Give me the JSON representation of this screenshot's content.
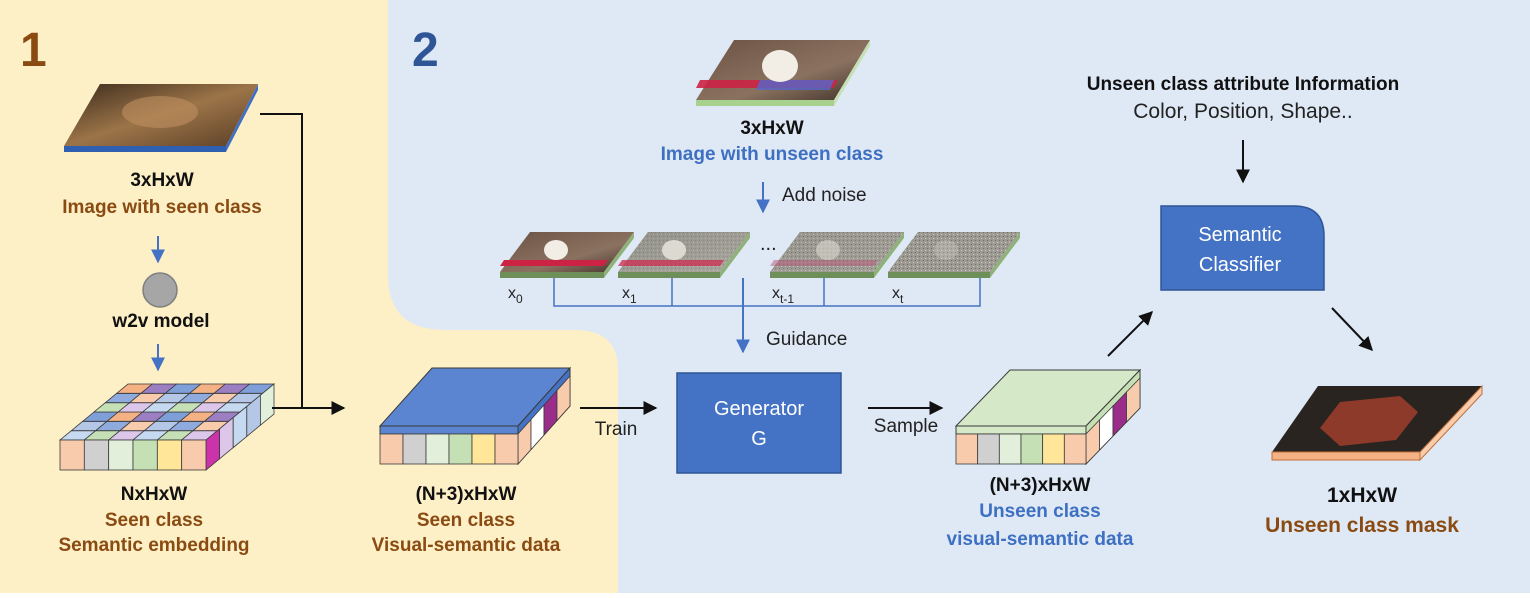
{
  "panel1": {
    "number": "1",
    "input": {
      "dims": "3xHxW",
      "caption": "Image with seen class"
    },
    "model": {
      "label": "w2v model"
    },
    "embedding": {
      "dims": "NxHxW",
      "caption_line1": "Seen class",
      "caption_line2": "Semantic embedding"
    }
  },
  "panel2": {
    "number": "2",
    "unseen_input": {
      "dims": "3xHxW",
      "caption": "Image with unseen class"
    },
    "add_noise_label": "Add noise",
    "noise_steps": {
      "x0": "x",
      "x0_sub": "0",
      "x1": "x",
      "x1_sub": "1",
      "ellipsis": "...",
      "xt1": "x",
      "xt1_sub": "t-1",
      "xt": "x",
      "xt_sub": "t"
    },
    "guidance_label": "Guidance",
    "train_label": "Train",
    "sample_label": "Sample",
    "seen_data": {
      "dims": "(N+3)xHxW",
      "caption_line1": "Seen class",
      "caption_line2": "Visual-semantic data"
    },
    "generator": {
      "line1": "Generator",
      "line2": "G"
    },
    "unseen_data": {
      "dims": "(N+3)xHxW",
      "caption_line1": "Unseen class",
      "caption_line2": "visual-semantic data"
    },
    "attribute": {
      "title": "Unseen class attribute Information",
      "values": "Color, Position, Shape.."
    },
    "classifier": {
      "line1": "Semantic",
      "line2": "Classifier"
    },
    "mask": {
      "dims": "1xHxW",
      "caption": "Unseen class mask"
    }
  },
  "colors": {
    "panel1_bg": "#fdefc6",
    "panel2_bg": "#dfe9f5",
    "box_blue": "#4472c4",
    "number1": "#8a4b12",
    "number2": "#2f5597"
  },
  "cell_colors": [
    "#f8cbad",
    "#d0d0d0",
    "#e2efda",
    "#c5e0b4",
    "#ffe699",
    "#f8cbad",
    "#ffffff",
    "#9b2d8a"
  ]
}
